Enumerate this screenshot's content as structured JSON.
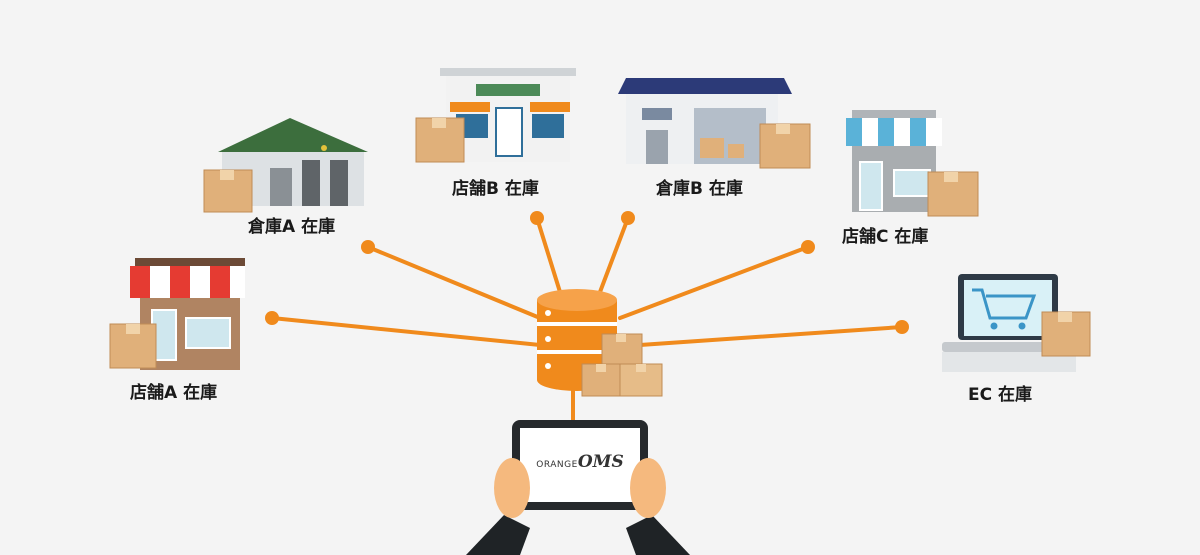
{
  "nodes": {
    "store_a": "店舗A 在庫",
    "warehouse_a": "倉庫A 在庫",
    "store_b": "店舗B 在庫",
    "warehouse_b": "倉庫B 在庫",
    "store_c": "店舗C 在庫",
    "ec": "EC 在庫"
  },
  "tablet": {
    "prefix": "ORANGE",
    "product": "OMS"
  },
  "colors": {
    "line": "#f08a1c",
    "background": "#f4f4f4"
  }
}
